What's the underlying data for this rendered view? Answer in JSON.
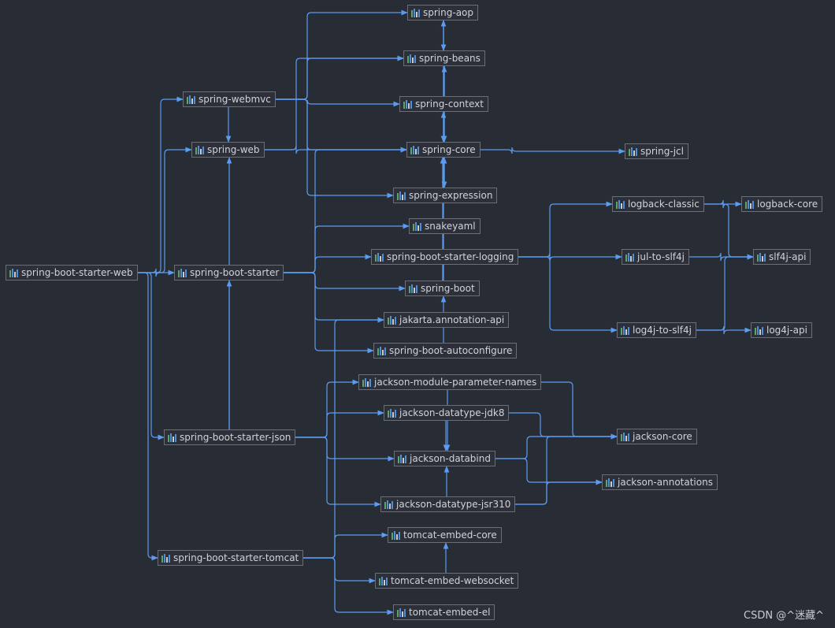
{
  "colors": {
    "background": "#282c34",
    "edge": "#5b9bf0",
    "node_border": "#6a6e76",
    "node_text": "#cfd3da"
  },
  "node_icon": "module-bar-chart-icon",
  "diagram": {
    "nodes": [
      {
        "id": "starter-web",
        "label": "spring-boot-starter-web"
      },
      {
        "id": "starter",
        "label": "spring-boot-starter"
      },
      {
        "id": "starter-json",
        "label": "spring-boot-starter-json"
      },
      {
        "id": "starter-tomcat",
        "label": "spring-boot-starter-tomcat"
      },
      {
        "id": "webmvc",
        "label": "spring-webmvc"
      },
      {
        "id": "web",
        "label": "spring-web"
      },
      {
        "id": "aop",
        "label": "spring-aop"
      },
      {
        "id": "beans",
        "label": "spring-beans"
      },
      {
        "id": "context",
        "label": "spring-context"
      },
      {
        "id": "core",
        "label": "spring-core"
      },
      {
        "id": "expression",
        "label": "spring-expression"
      },
      {
        "id": "jcl",
        "label": "spring-jcl"
      },
      {
        "id": "snakeyaml",
        "label": "snakeyaml"
      },
      {
        "id": "starter-logging",
        "label": "spring-boot-starter-logging"
      },
      {
        "id": "boot",
        "label": "spring-boot"
      },
      {
        "id": "jakarta",
        "label": "jakarta.annotation-api"
      },
      {
        "id": "autoconfigure",
        "label": "spring-boot-autoconfigure"
      },
      {
        "id": "logback-classic",
        "label": "logback-classic"
      },
      {
        "id": "logback-core",
        "label": "logback-core"
      },
      {
        "id": "jul-to-slf4j",
        "label": "jul-to-slf4j"
      },
      {
        "id": "slf4j-api",
        "label": "slf4j-api"
      },
      {
        "id": "log4j-to-slf4j",
        "label": "log4j-to-slf4j"
      },
      {
        "id": "log4j-api",
        "label": "log4j-api"
      },
      {
        "id": "jackson-param-names",
        "label": "jackson-module-parameter-names"
      },
      {
        "id": "jackson-jdk8",
        "label": "jackson-datatype-jdk8"
      },
      {
        "id": "jackson-databind",
        "label": "jackson-databind"
      },
      {
        "id": "jackson-jsr310",
        "label": "jackson-datatype-jsr310"
      },
      {
        "id": "jackson-core",
        "label": "jackson-core"
      },
      {
        "id": "jackson-annotations",
        "label": "jackson-annotations"
      },
      {
        "id": "tomcat-core",
        "label": "tomcat-embed-core"
      },
      {
        "id": "tomcat-websocket",
        "label": "tomcat-embed-websocket"
      },
      {
        "id": "tomcat-el",
        "label": "tomcat-embed-el"
      }
    ],
    "edges": [
      [
        "starter-web",
        "webmvc"
      ],
      [
        "starter-web",
        "web"
      ],
      [
        "starter-web",
        "starter"
      ],
      [
        "starter-web",
        "starter-json"
      ],
      [
        "starter-web",
        "starter-tomcat"
      ],
      [
        "webmvc",
        "web"
      ],
      [
        "webmvc",
        "aop"
      ],
      [
        "webmvc",
        "beans"
      ],
      [
        "webmvc",
        "context"
      ],
      [
        "webmvc",
        "core"
      ],
      [
        "webmvc",
        "expression"
      ],
      [
        "web",
        "beans"
      ],
      [
        "web",
        "core"
      ],
      [
        "aop",
        "beans"
      ],
      [
        "aop",
        "core"
      ],
      [
        "beans",
        "core"
      ],
      [
        "context",
        "aop"
      ],
      [
        "context",
        "beans"
      ],
      [
        "context",
        "core"
      ],
      [
        "context",
        "expression"
      ],
      [
        "expression",
        "core"
      ],
      [
        "core",
        "jcl"
      ],
      [
        "starter",
        "snakeyaml"
      ],
      [
        "starter",
        "starter-logging"
      ],
      [
        "starter",
        "boot"
      ],
      [
        "starter",
        "jakarta"
      ],
      [
        "starter",
        "autoconfigure"
      ],
      [
        "starter",
        "core"
      ],
      [
        "boot",
        "core"
      ],
      [
        "boot",
        "context"
      ],
      [
        "autoconfigure",
        "boot"
      ],
      [
        "starter-logging",
        "logback-classic"
      ],
      [
        "starter-logging",
        "jul-to-slf4j"
      ],
      [
        "starter-logging",
        "log4j-to-slf4j"
      ],
      [
        "logback-classic",
        "logback-core"
      ],
      [
        "logback-classic",
        "slf4j-api"
      ],
      [
        "jul-to-slf4j",
        "slf4j-api"
      ],
      [
        "log4j-to-slf4j",
        "log4j-api"
      ],
      [
        "log4j-to-slf4j",
        "slf4j-api"
      ],
      [
        "starter-json",
        "starter"
      ],
      [
        "starter-json",
        "web"
      ],
      [
        "starter-json",
        "jackson-param-names"
      ],
      [
        "starter-json",
        "jackson-jdk8"
      ],
      [
        "starter-json",
        "jackson-databind"
      ],
      [
        "starter-json",
        "jackson-jsr310"
      ],
      [
        "jackson-param-names",
        "jackson-databind"
      ],
      [
        "jackson-param-names",
        "jackson-core"
      ],
      [
        "jackson-jdk8",
        "jackson-databind"
      ],
      [
        "jackson-jdk8",
        "jackson-core"
      ],
      [
        "jackson-jsr310",
        "jackson-databind"
      ],
      [
        "jackson-jsr310",
        "jackson-core"
      ],
      [
        "jackson-jsr310",
        "jackson-annotations"
      ],
      [
        "jackson-databind",
        "jackson-core"
      ],
      [
        "jackson-databind",
        "jackson-annotations"
      ],
      [
        "starter-tomcat",
        "jakarta"
      ],
      [
        "starter-tomcat",
        "tomcat-core"
      ],
      [
        "starter-tomcat",
        "tomcat-websocket"
      ],
      [
        "starter-tomcat",
        "tomcat-el"
      ],
      [
        "tomcat-websocket",
        "tomcat-core"
      ]
    ]
  },
  "watermark": "CSDN @^迷藏^"
}
